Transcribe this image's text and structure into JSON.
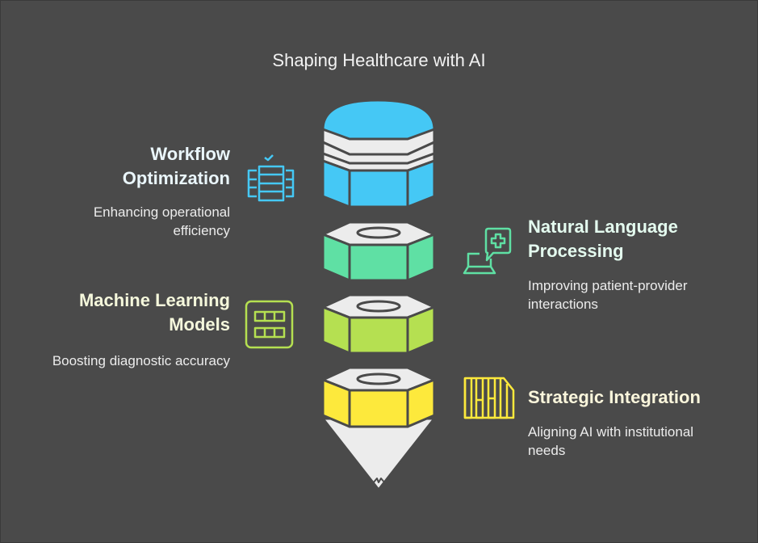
{
  "title": "Shaping Healthcare with AI",
  "colors": {
    "background": "#4a4a4a",
    "blue": "#45c8f5",
    "green": "#5fe0a4",
    "lime": "#b5e051",
    "yellow": "#fde93c",
    "gray_face": "#ececec",
    "outline": "#4a4a4a"
  },
  "items": [
    {
      "heading_line1": "Workflow",
      "heading_line2": "Optimization",
      "desc_line1": "Enhancing operational",
      "desc_line2": "efficiency",
      "icon": "workflow-checklist-icon",
      "color": "#45c8f5",
      "heading_color": "#eaf6fb"
    },
    {
      "heading_line1": "Natural Language",
      "heading_line2": "Processing",
      "desc_line1": "Improving patient-provider",
      "desc_line2": "interactions",
      "icon": "laptop-medical-chat-icon",
      "color": "#5fe0a4",
      "heading_color": "#e4fbef"
    },
    {
      "heading_line1": "Machine Learning",
      "heading_line2": "Models",
      "desc_line1": "Boosting diagnostic accuracy",
      "desc_line2": "",
      "icon": "grid-model-icon",
      "color": "#b5e051",
      "heading_color": "#f5f8dc"
    },
    {
      "heading_line1": "Strategic Integration",
      "heading_line2": "",
      "desc_line1": "Aligning AI with institutional",
      "desc_line2": "needs",
      "icon": "building-columns-icon",
      "color": "#fde93c",
      "heading_color": "#fbf6dc"
    }
  ]
}
